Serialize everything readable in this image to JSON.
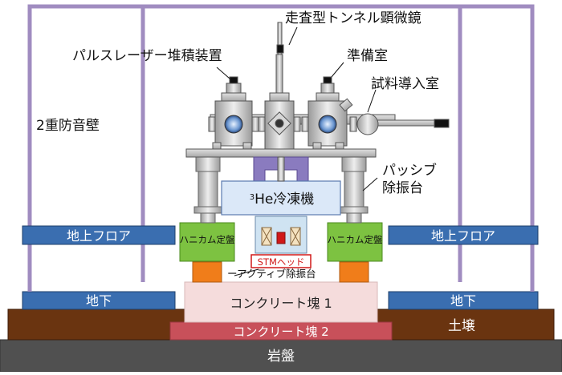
{
  "labels": {
    "stm": "走査型トンネル顕微鏡",
    "pld": "パルスレーザー堆積装置",
    "prep": "準備室",
    "load": "試料導入室",
    "wall": "2重防音壁",
    "passive_line1": "パッシブ",
    "passive_line2": "除振台",
    "he3_sup": "3",
    "he3_main": "He冷凍機",
    "floor_left": "地上フロア",
    "floor_right": "地上フロア",
    "honeycomb_left": "ハニカム定盤",
    "honeycomb_right": "ハニカム定盤",
    "stm_head": "STMヘッド",
    "active": "アクティブ除振台",
    "basement_left": "地下",
    "basement_right": "地下",
    "concrete1": "コンクリート塊 1",
    "concrete2": "コンクリート塊 2",
    "soil": "土壌",
    "bedrock": "岩盤"
  },
  "colors": {
    "wall": "#a08cc0",
    "floor_fill": "#3a6eb0",
    "honeycomb": "#7dc241",
    "active": "#f07d1a",
    "concrete1": "#f5dcdc",
    "concrete2": "#c8505a",
    "soil": "#6a3410",
    "bedrock": "#505050",
    "cryostat": "#dbe8f8",
    "shield": "#8a7bbf"
  }
}
